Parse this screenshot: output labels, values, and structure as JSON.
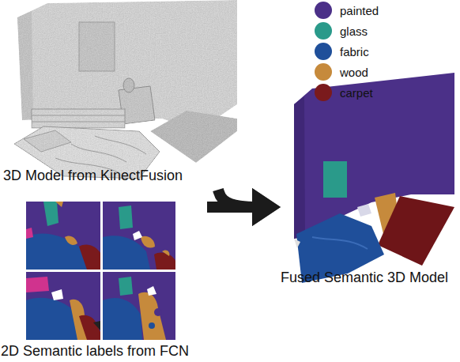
{
  "diagram": {
    "nodes": [
      {
        "text": [
          "3D Model from KinectFusion"
        ]
      },
      {
        "text": [
          "2D Semantic labels from FCN"
        ]
      },
      {
        "text": [
          "Fused Semantic 3D Model"
        ]
      }
    ],
    "edges": [
      {
        "from": 0,
        "to": 2,
        "arrow": "to"
      },
      {
        "from": 1,
        "to": 2,
        "arrow": "to"
      }
    ],
    "legend": [
      {
        "text": "painted",
        "color": "#4b3088"
      },
      {
        "text": "glass",
        "color": "#2a9a8a"
      },
      {
        "text": "fabric",
        "color": "#1f4f9a"
      },
      {
        "text": "wood",
        "color": "#c68a3c"
      },
      {
        "text": "carpet",
        "color": "#7a1a1c"
      }
    ]
  }
}
